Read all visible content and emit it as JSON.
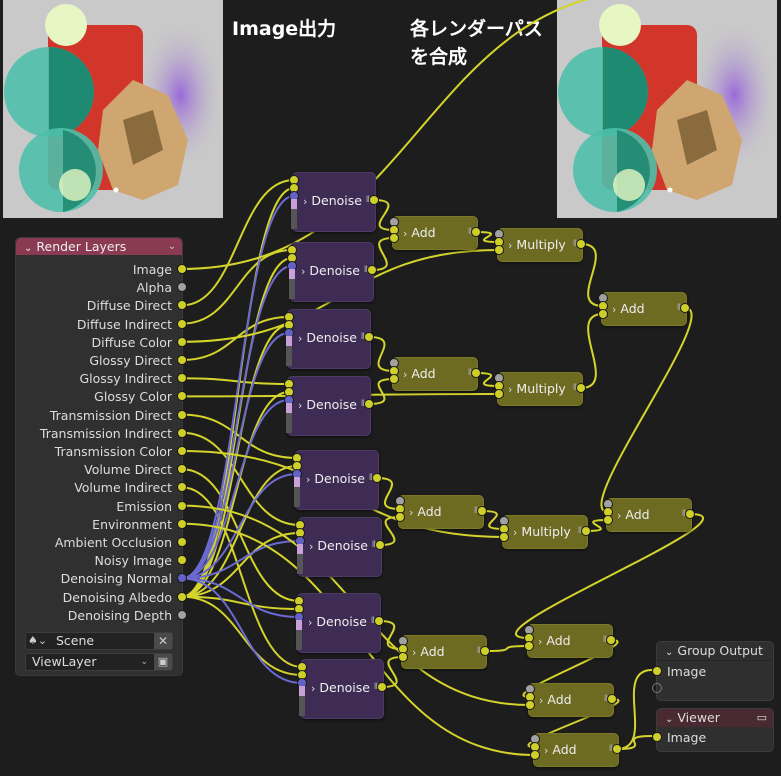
{
  "captions": {
    "left": "Image出力",
    "right_line1": "各レンダーパス",
    "right_line2": "を合成"
  },
  "render_layers": {
    "title": "Render Layers",
    "outputs": [
      {
        "label": "Image",
        "type": "color"
      },
      {
        "label": "Alpha",
        "type": "value"
      },
      {
        "label": "Diffuse Direct",
        "type": "color"
      },
      {
        "label": "Diffuse Indirect",
        "type": "color"
      },
      {
        "label": "Diffuse Color",
        "type": "color"
      },
      {
        "label": "Glossy Direct",
        "type": "color"
      },
      {
        "label": "Glossy Indirect",
        "type": "color"
      },
      {
        "label": "Glossy Color",
        "type": "color"
      },
      {
        "label": "Transmission Direct",
        "type": "color"
      },
      {
        "label": "Transmission Indirect",
        "type": "color"
      },
      {
        "label": "Transmission Color",
        "type": "color"
      },
      {
        "label": "Volume Direct",
        "type": "color"
      },
      {
        "label": "Volume Indirect",
        "type": "color"
      },
      {
        "label": "Emission",
        "type": "color"
      },
      {
        "label": "Environment",
        "type": "color"
      },
      {
        "label": "Ambient Occlusion",
        "type": "color"
      },
      {
        "label": "Noisy Image",
        "type": "color"
      },
      {
        "label": "Denoising Normal",
        "type": "vector"
      },
      {
        "label": "Denoising Albedo",
        "type": "color"
      },
      {
        "label": "Denoising Depth",
        "type": "value"
      }
    ],
    "scene": "Scene",
    "view_layer": "ViewLayer"
  },
  "nodes": {
    "denoise_label": "Denoise",
    "add_label": "Add",
    "multiply_label": "Multiply"
  },
  "group_output": {
    "title": "Group Output",
    "input": "Image"
  },
  "viewer": {
    "title": "Viewer",
    "input": "Image"
  },
  "colors": {
    "socket_color": "#cfcf29",
    "socket_vector": "#6363c7",
    "socket_value": "#a1a1a1",
    "denoise_node": "#3e2c55",
    "mix_node": "#6d6a22",
    "render_layers_header": "#8a3a52",
    "viewer_header": "#4a2a32"
  }
}
